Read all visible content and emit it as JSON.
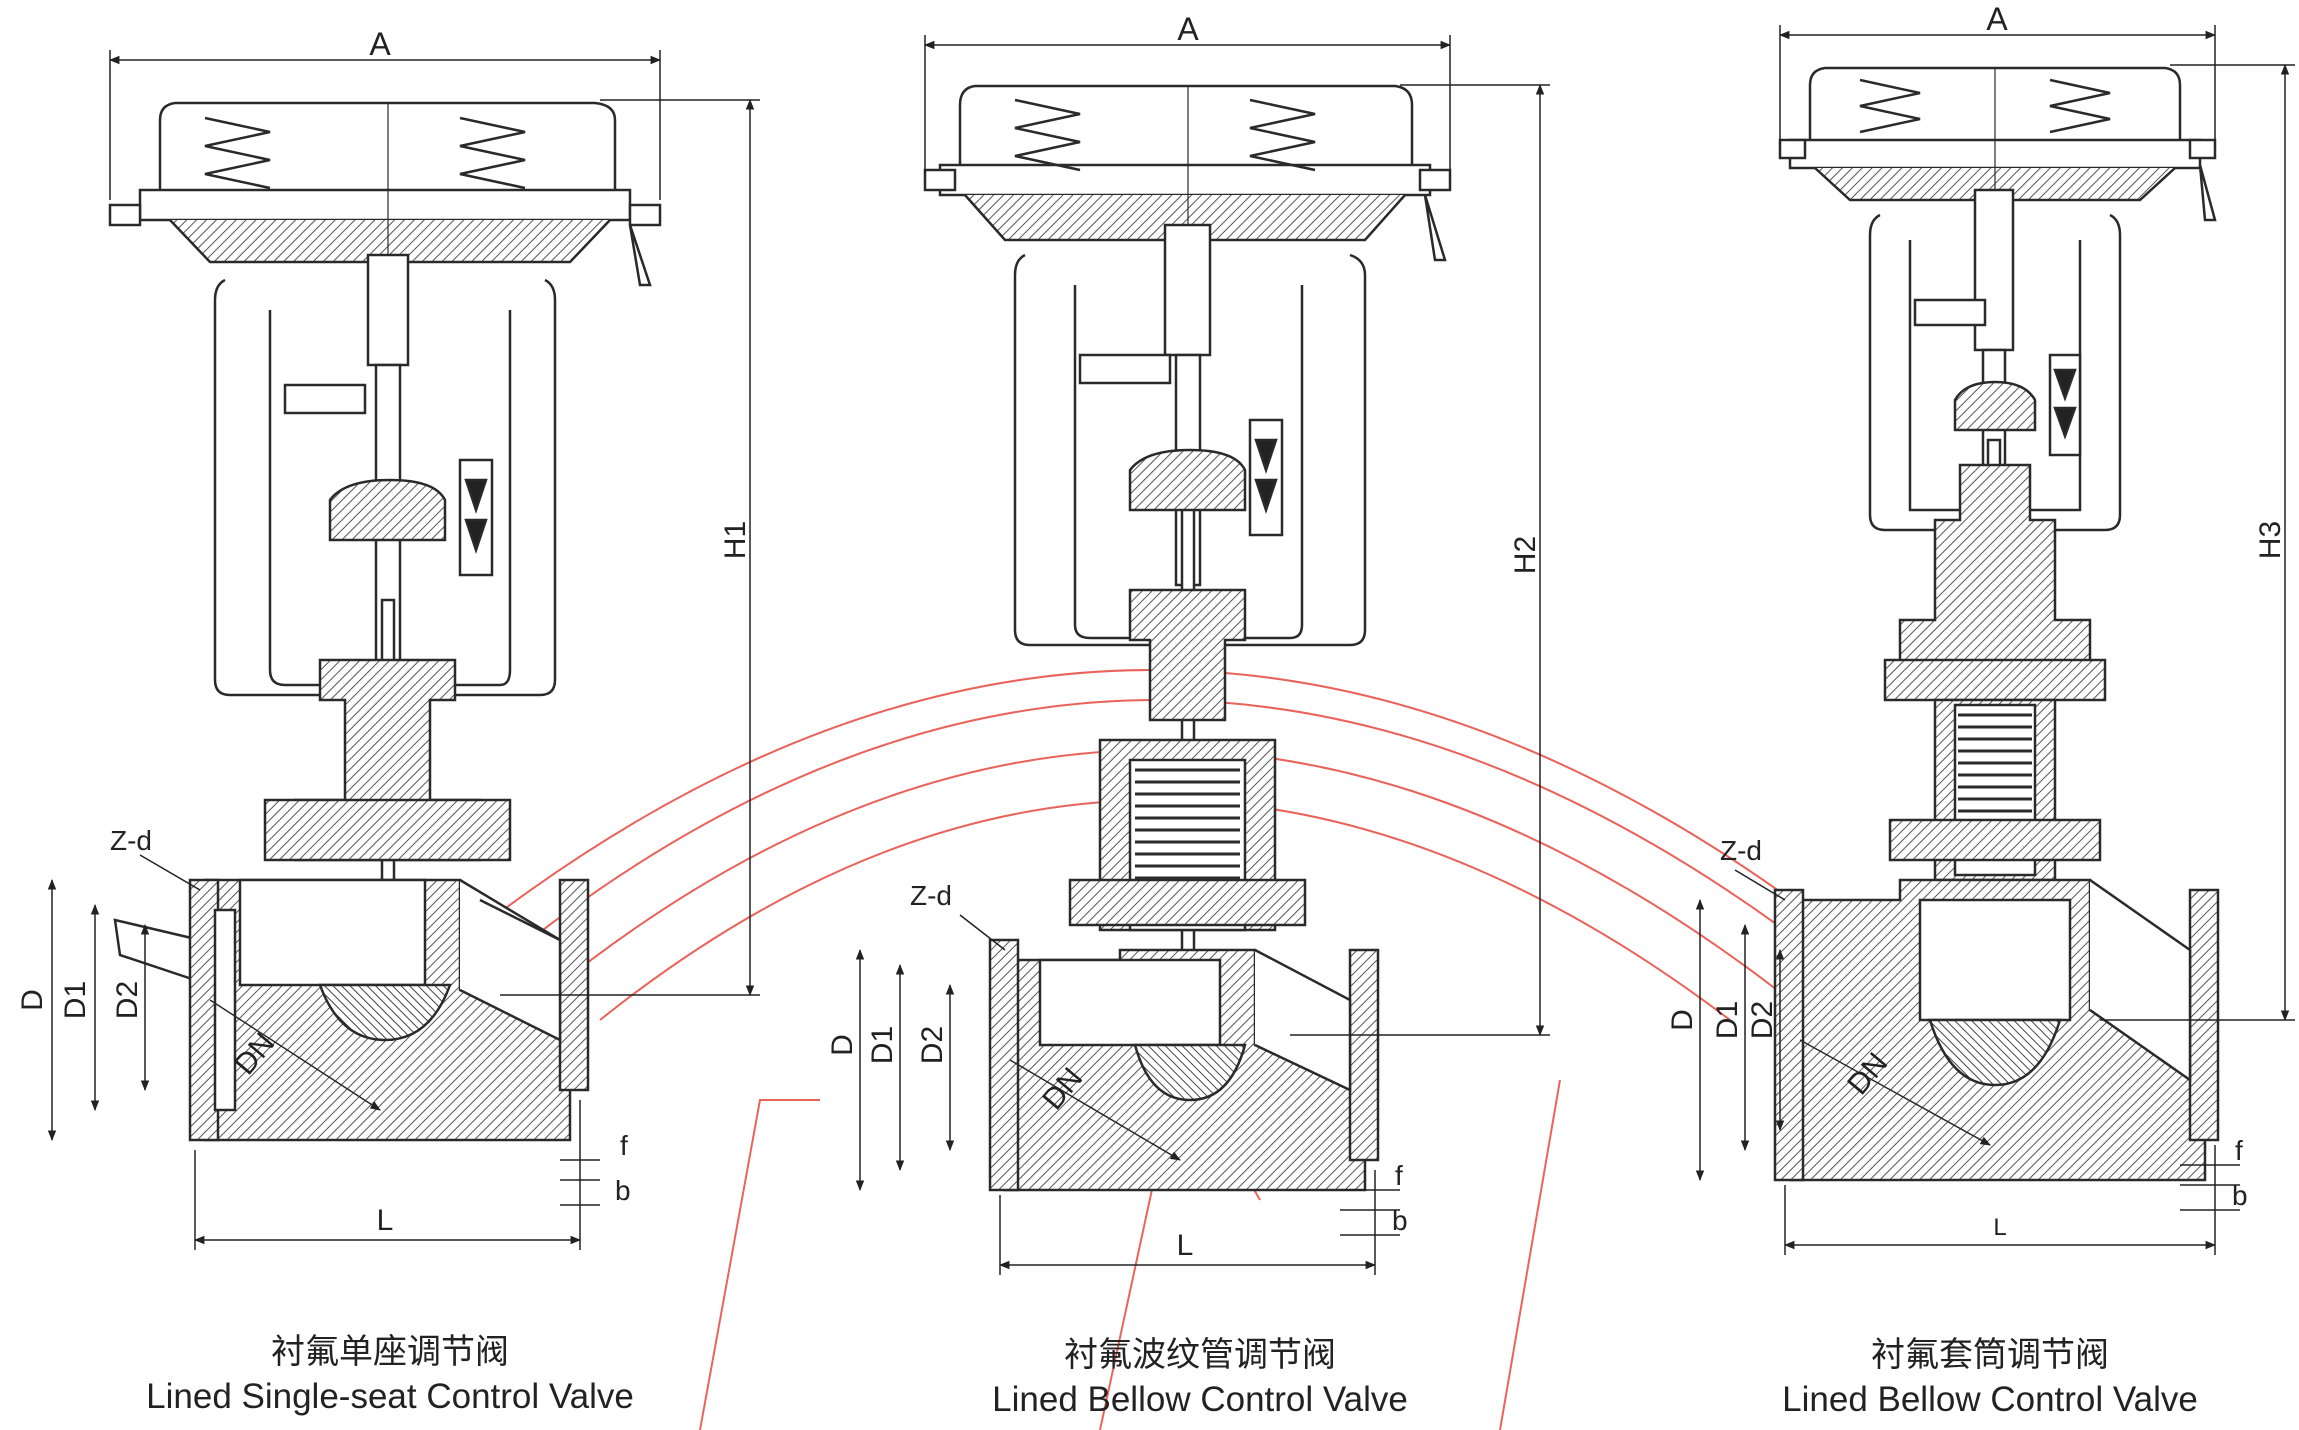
{
  "watermark_color": "#e8534a",
  "line_color": "#2a2a2a",
  "hatch_color": "#555555",
  "valves": [
    {
      "name_zh": "衬氟单座调节阀",
      "name_en": "Lined Single-seat Control Valve",
      "dims": {
        "A": "A",
        "H": "H1",
        "D": "D",
        "D1": "D1",
        "D2": "D2",
        "DN": "DN",
        "L": "L",
        "f": "f",
        "b": "b",
        "Zd": "Z-d"
      }
    },
    {
      "name_zh": "衬氟波纹管调节阀",
      "name_en": "Lined Bellow Control Valve",
      "dims": {
        "A": "A",
        "H": "H2",
        "D": "D",
        "D1": "D1",
        "D2": "D2",
        "DN": "DN",
        "L": "L",
        "f": "f",
        "b": "b",
        "Zd": "Z-d"
      }
    },
    {
      "name_zh": "衬氟套筒调节阀",
      "name_en": "Lined Bellow Control Valve",
      "dims": {
        "A": "A",
        "H": "H3",
        "D": "D",
        "D1": "D1",
        "D2": "D2",
        "DN": "DN",
        "L": "L",
        "f": "f",
        "b": "b",
        "Zd": "Z-d"
      }
    }
  ]
}
